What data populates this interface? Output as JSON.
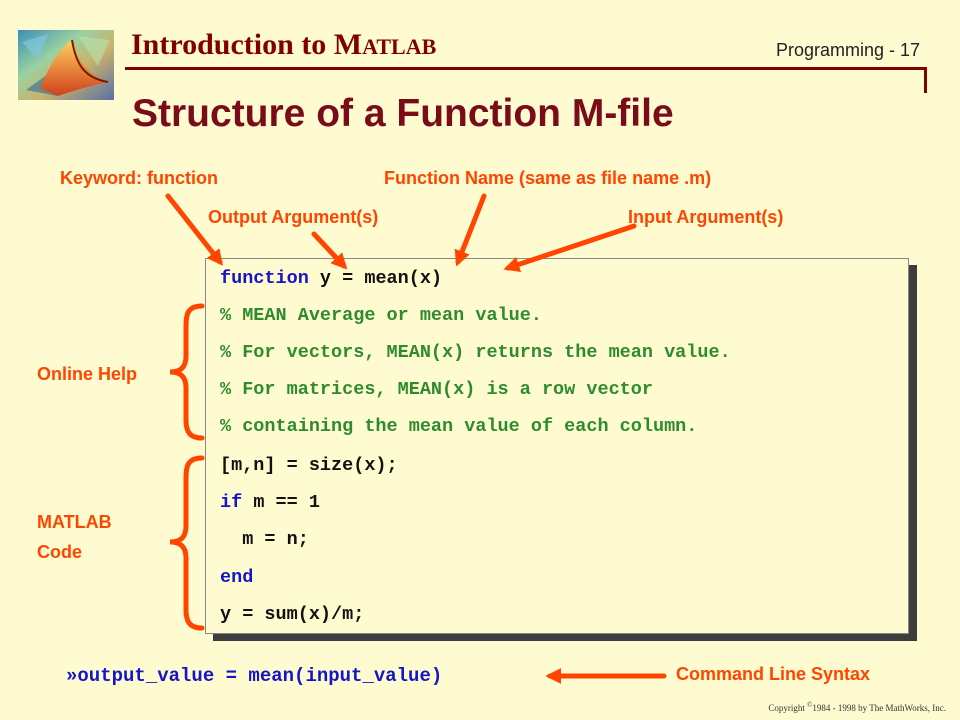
{
  "header": {
    "title_prefix": "Introduction to M",
    "title_sc": "ATLAB",
    "slide_number": "Programming - 17"
  },
  "title": "Structure of a Function M-file",
  "callouts": {
    "keyword": "Keyword: function",
    "function_name": "Function Name (same as file name .m)",
    "output_args": "Output Argument(s)",
    "input_args": "Input Argument(s)",
    "online_help": "Online Help",
    "matlab_code_1": "MATLAB",
    "matlab_code_2": "Code",
    "command_line": "Command Line Syntax"
  },
  "code": {
    "l1_kw": "function",
    "l1_rest": " y = mean(x)",
    "l2": "% MEAN Average or mean value.",
    "l3": "% For vectors, MEAN(x) returns the mean value.",
    "l4": "% For matrices, MEAN(x) is a row vector",
    "l5": "% containing the mean value of each column.",
    "l6": "[m,n] = size(x);",
    "l7_kw": "if",
    "l7_rest": " m == 1",
    "l8": "  m = n;",
    "l9_kw": "end",
    "l10": "y = sum(x)/m;"
  },
  "command": {
    "prompt": "»",
    "text": "output_value = mean(input_value)"
  },
  "copyright": {
    "prefix": "Copyright ",
    "symbol": "©",
    "text": "1984 - 1998 by The MathWorks, Inc."
  },
  "colors": {
    "background": "#fffbd0",
    "title": "#7a0b1b",
    "header_rule": "#800000",
    "callout": "#ff4500",
    "keyword": "#1515c8",
    "comment": "#2e8b2e"
  },
  "icons": {
    "logo": "matlab-membrane-logo"
  }
}
